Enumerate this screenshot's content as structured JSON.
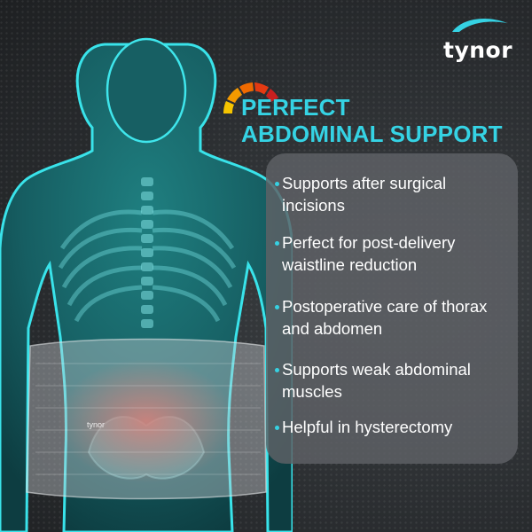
{
  "brand": {
    "logo_text": "tynor",
    "accent_color": "#35d3e4",
    "gauge_colors": [
      "#f5c400",
      "#f59a00",
      "#ef6a00",
      "#e53a12",
      "#c81f1f"
    ]
  },
  "headline": {
    "line1": "PERFECT",
    "line2": "ABDOMINAL SUPPORT",
    "icon": "gauge-icon"
  },
  "product_label": "tynor",
  "benefits": [
    {
      "text": "Supports after surgical incisions"
    },
    {
      "text": "Perfect for post-delivery waistline reduction"
    },
    {
      "text": "Postoperative care of thorax and abdomen"
    },
    {
      "text": "Supports weak abdominal muscles"
    },
    {
      "text": "Helpful in hysterectomy"
    }
  ]
}
